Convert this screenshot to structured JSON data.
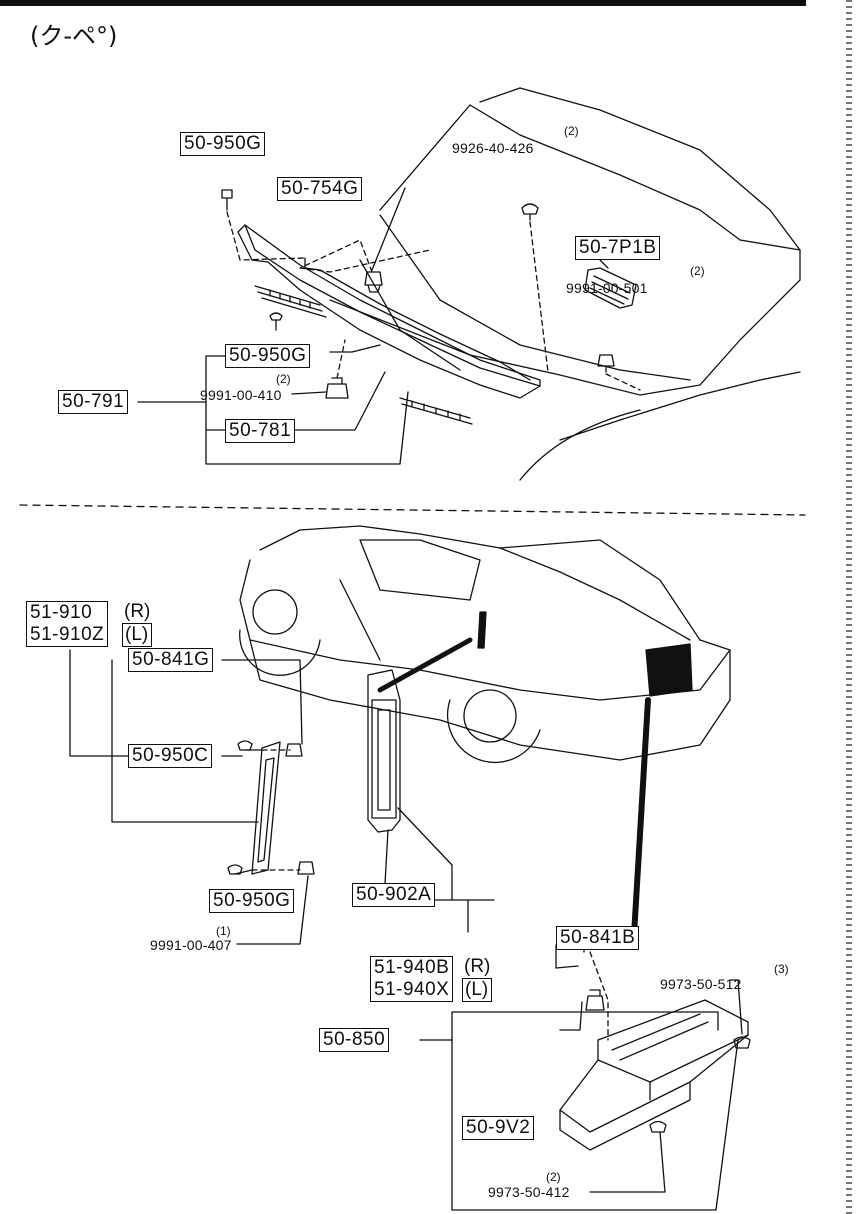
{
  "header": {
    "title": "(ク-ペ°)"
  },
  "top_section": {
    "labels": {
      "p50_950G_a": "50-950G",
      "p50_754G": "50-754G",
      "p9926_40_426": "9926-40-426",
      "q9926": "(2)",
      "p50_7P1B": "50-7P1B",
      "p9991_00_501": "9991-00-501",
      "q9991_501": "(2)",
      "p50_950G_b": "50-950G",
      "p50_791": "50-791",
      "p9991_00_410": "9991-00-410",
      "q9991_410": "(2)",
      "p50_781": "50-781"
    }
  },
  "bottom_section": {
    "labels": {
      "p51_910": "51-910",
      "p51_910_side": "(R)",
      "p51_910Z": "51-910Z",
      "p51_910Z_side": "(L)",
      "p50_841G": "50-841G",
      "p50_950C": "50-950C",
      "p50_950G": "50-950G",
      "p9991_00_407": "9991-00-407",
      "q9991_407": "(1)",
      "p50_902A": "50-902A",
      "p51_940B": "51-940B",
      "p51_940B_side": "(R)",
      "p51_940X": "51-940X",
      "p51_940X_side": "(L)",
      "p50_841B": "50-841B",
      "p9973_50_512": "9973-50-512",
      "q9973_512": "(3)",
      "p50_850": "50-850",
      "p50_9V2": "50-9V2",
      "p9973_50_412": "9973-50-412",
      "q9973_412": "(2)"
    }
  }
}
